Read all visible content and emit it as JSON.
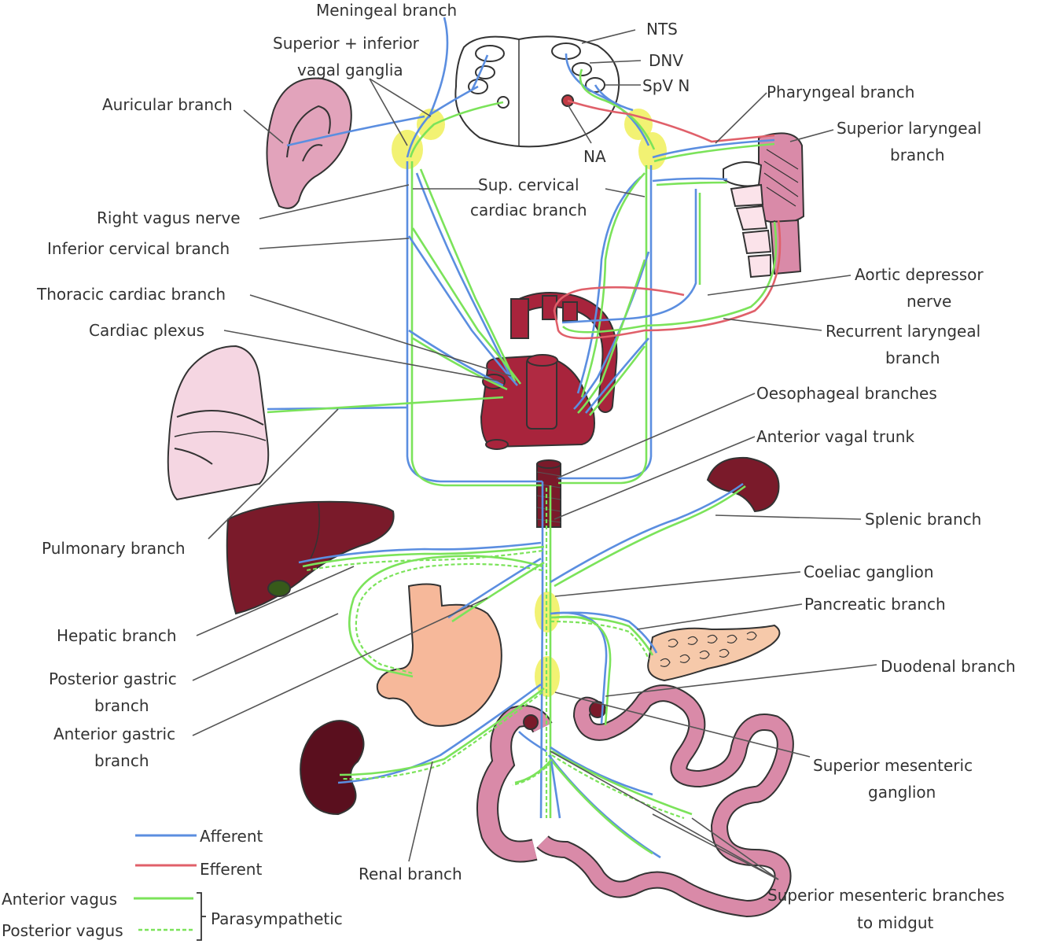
{
  "labels": {
    "meningeal": "Meningeal branch",
    "sup_inf_ganglia_1": "Superior + inferior",
    "sup_inf_ganglia_2": "vagal ganglia",
    "auricular": "Auricular branch",
    "nts": "NTS",
    "dnv": "DNV",
    "spvn": "SpV N",
    "na": "NA",
    "pharyngeal": "Pharyngeal branch",
    "sup_laryngeal_1": "Superior laryngeal",
    "sup_laryngeal_2": "branch",
    "sup_cervical_1": "Sup. cervical",
    "sup_cervical_2": "cardiac branch",
    "right_vagus": "Right vagus nerve",
    "inferior_cervical": "Inferior cervical branch",
    "aortic_depressor_1": "Aortic depressor",
    "aortic_depressor_2": "nerve",
    "thoracic_cardiac": "Thoracic cardiac branch",
    "cardiac_plexus": "Cardiac plexus",
    "recurrent_laryngeal_1": "Recurrent laryngeal",
    "recurrent_laryngeal_2": "branch",
    "oesophageal": "Oesophageal branches",
    "anterior_vagal_trunk": "Anterior vagal trunk",
    "splenic": "Splenic branch",
    "pulmonary": "Pulmonary branch",
    "coeliac": "Coeliac ganglion",
    "pancreatic": "Pancreatic branch",
    "hepatic": "Hepatic branch",
    "duodenal": "Duodenal branch",
    "posterior_gastric_1": "Posterior gastric",
    "posterior_gastric_2": "branch",
    "anterior_gastric_1": "Anterior gastric",
    "anterior_gastric_2": "branch",
    "sup_mes_ganglion_1": "Superior mesenteric",
    "sup_mes_ganglion_2": "ganglion",
    "renal": "Renal branch",
    "sup_mes_branches_1": "Superior mesenteric branches",
    "sup_mes_branches_2": "to midgut"
  },
  "legend": {
    "afferent": "Afferent",
    "efferent": "Efferent",
    "anterior_vagus": "Anterior vagus",
    "posterior_vagus": "Posterior vagus",
    "parasympathetic": "Parasympathetic"
  },
  "colors": {
    "afferent": "#5b8ee0",
    "efferent": "#e0606a",
    "vagus": "#7be35a",
    "ganglion": "#f0f05a",
    "organ_dark": "#7a1a2a",
    "heart": "#a8243c",
    "pink": "#d98aa8",
    "stomach": "#f6b89a"
  },
  "icons": [
    "ear-icon",
    "lung-icon",
    "heart-icon",
    "liver-icon",
    "stomach-icon",
    "kidney-icon",
    "spleen-icon",
    "pancreas-icon",
    "larynx-icon",
    "oesophagus-icon",
    "intestine-icon",
    "brainstem-icon"
  ]
}
